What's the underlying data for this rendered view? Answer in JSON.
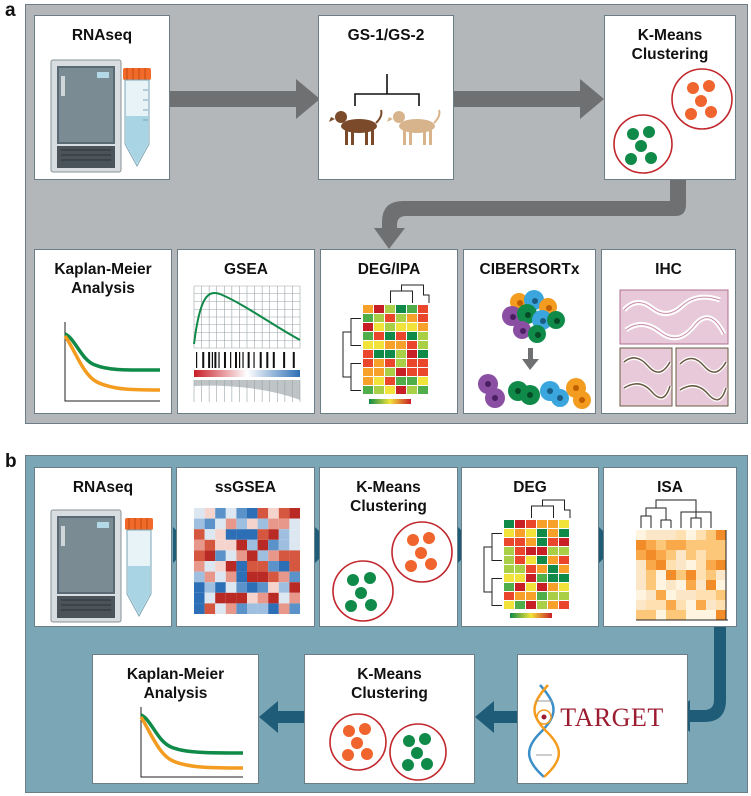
{
  "panels": {
    "a": {
      "letter": "a",
      "top_row": [
        {
          "id": "a-rnaseq",
          "title": "RNAseq"
        },
        {
          "id": "a-gs",
          "title": "GS-1/GS-2"
        },
        {
          "id": "a-kmeans",
          "title": "K-Means\nClustering"
        }
      ],
      "bottom_row": [
        {
          "id": "a-km",
          "title": "Kaplan-Meier\nAnalysis"
        },
        {
          "id": "a-gsea",
          "title": "GSEA"
        },
        {
          "id": "a-deg",
          "title": "DEG/IPA"
        },
        {
          "id": "a-cibersort",
          "title": "CIBERSORTx"
        },
        {
          "id": "a-ihc",
          "title": "IHC"
        }
      ]
    },
    "b": {
      "letter": "b",
      "top_row": [
        {
          "id": "b-rnaseq",
          "title": "RNAseq"
        },
        {
          "id": "b-ssgsea",
          "title": "ssGSEA"
        },
        {
          "id": "b-kmeans",
          "title": "K-Means\nClustering"
        },
        {
          "id": "b-deg",
          "title": "DEG"
        },
        {
          "id": "b-isa",
          "title": "ISA"
        }
      ],
      "bottom_row": [
        {
          "id": "b-km",
          "title": "Kaplan-Meier\nAnalysis"
        },
        {
          "id": "b-kmeans2",
          "title": "K-Means\nClustering"
        },
        {
          "id": "b-target",
          "title": ""
        }
      ],
      "target_logo_text": "TARGET"
    }
  },
  "colors": {
    "panel_a_bg": "#b4b7b9",
    "panel_b_bg": "#7aa6b6",
    "arrow_a": "#6f7072",
    "arrow_b": "#1f5c78",
    "green": "#0f8a48",
    "orange": "#f0642e",
    "circle_border": "#c1272d",
    "curve_orange": "#f39c1f",
    "target_red": "#9b1b30"
  }
}
